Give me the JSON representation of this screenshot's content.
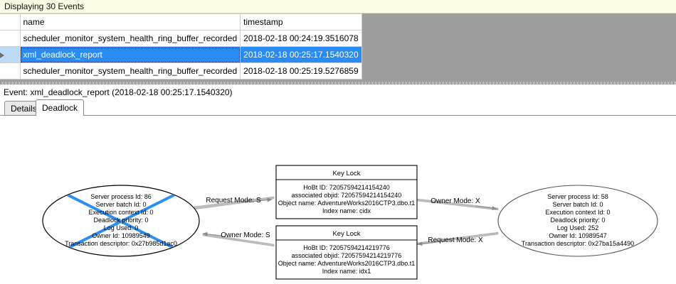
{
  "status_bar": {
    "text": "Displaying 30 Events"
  },
  "grid": {
    "columns": [
      "",
      "name",
      "timestamp"
    ],
    "rows": [
      {
        "selector": "",
        "name": "scheduler_monitor_system_health_ring_buffer_recorded",
        "timestamp": "2018-02-18 00:24:19.3516078",
        "selected": false
      },
      {
        "selector": "▶",
        "name": "xml_deadlock_report",
        "timestamp": "2018-02-18 00:25:17.1540320",
        "selected": true
      },
      {
        "selector": "",
        "name": "scheduler_monitor_system_health_ring_buffer_recorded",
        "timestamp": "2018-02-18 00:25:19.5276859",
        "selected": false
      }
    ]
  },
  "event_header": {
    "text": "Event: xml_deadlock_report (2018-02-18 00:25:17.1540320)"
  },
  "tabs": [
    {
      "label": "Details",
      "active": false
    },
    {
      "label": "Deadlock",
      "active": true
    }
  ],
  "deadlock_graph": {
    "victim_marker_color": "#2d8ff0",
    "process_left": {
      "is_victim": true,
      "lines": [
        "Server process Id: 86",
        "Server batch Id: 0",
        "Execution context Id: 0",
        "Deadlock priority: 0",
        "Log Used: 0",
        "Owner Id: 10989549",
        "Transaction descriptor: 0x27b985d1ac0"
      ]
    },
    "process_right": {
      "is_victim": false,
      "lines": [
        "Server process Id: 58",
        "Server batch Id: 0",
        "Execution context Id: 0",
        "Deadlock priority: 0",
        "Log Used: 252",
        "Owner Id: 10989547",
        "Transaction descriptor: 0x27ba15a4490"
      ]
    },
    "resource_top": {
      "title": "Key Lock",
      "lines": [
        "HoBt ID: 72057594214154240",
        "associated objid: 72057594214154240",
        "Object name: AdventureWorks2016CTP3.dbo.t1",
        "Index name: cidx"
      ]
    },
    "resource_bottom": {
      "title": "Key Lock",
      "lines": [
        "HoBt ID: 72057594214219776",
        "associated objid: 72057594214219776",
        "Object name: AdventureWorks2016CTP3.dbo.t1",
        "Index name: idx1"
      ]
    },
    "edges": [
      {
        "id": "left-request-top",
        "label": "Request Mode: S"
      },
      {
        "id": "right-owner-top",
        "label": "Owner Mode: X"
      },
      {
        "id": "bottom-owner-left",
        "label": "Owner Mode: S"
      },
      {
        "id": "right-request-bottom",
        "label": "Request Mode: X"
      }
    ]
  }
}
